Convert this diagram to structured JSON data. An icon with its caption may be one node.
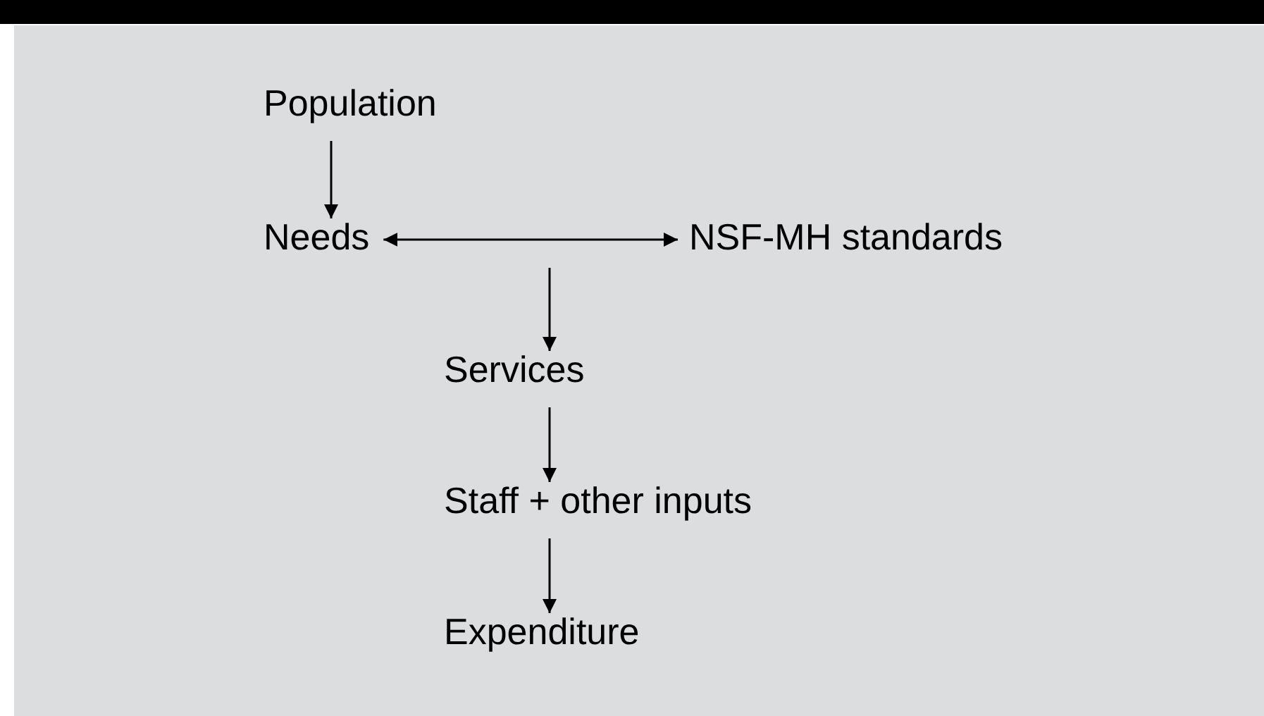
{
  "diagram": {
    "nodes": [
      {
        "text": [
          "Population"
        ]
      },
      {
        "text": [
          "Needs"
        ]
      },
      {
        "text": [
          "NSF-MH standards"
        ]
      },
      {
        "text": [
          "Services"
        ]
      },
      {
        "text": [
          "Staff + other inputs"
        ]
      },
      {
        "text": [
          "Expenditure"
        ]
      }
    ],
    "edges": [
      {
        "from": 0,
        "to": 1,
        "arrow": "to"
      },
      {
        "from": 1,
        "to": 2,
        "arrow": "both"
      },
      {
        "from": null,
        "to": 3,
        "arrow": "to"
      },
      {
        "from": 3,
        "to": 4,
        "arrow": "to"
      },
      {
        "from": 4,
        "to": 5,
        "arrow": "to"
      }
    ]
  }
}
